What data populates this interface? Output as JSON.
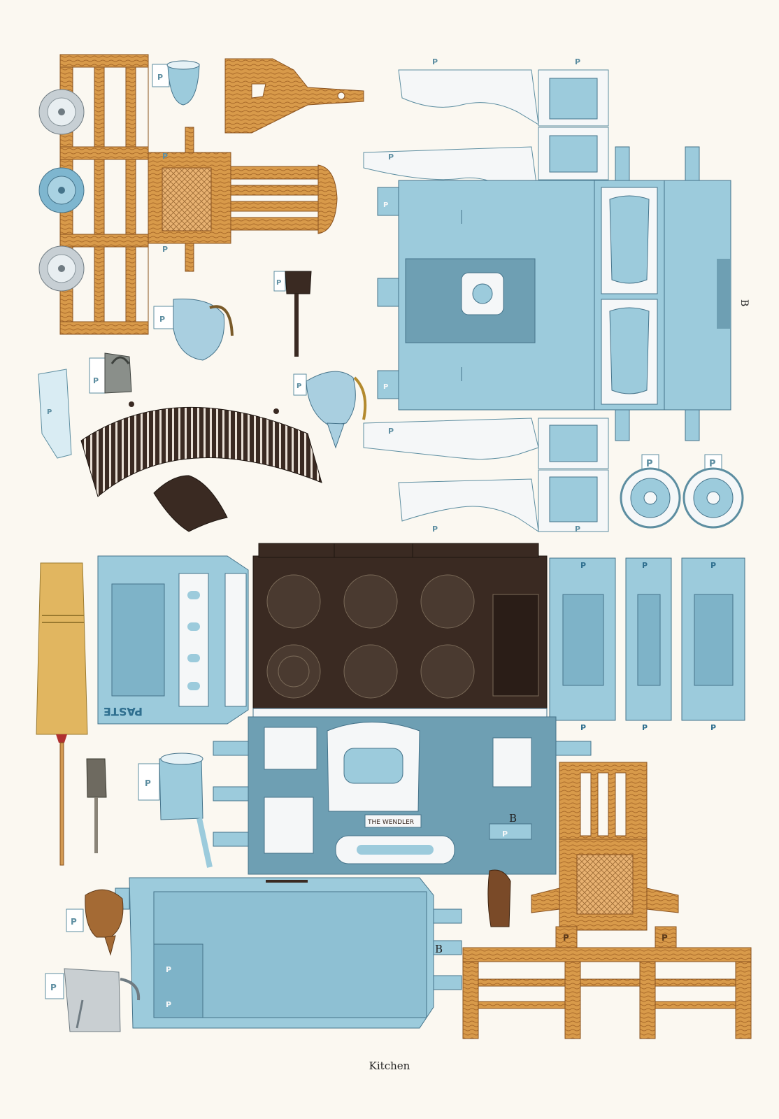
{
  "page": {
    "caption": "Kitchen",
    "tab_letter": "P",
    "placement_letter": "B",
    "paste_label": "PASTE",
    "stove_nameplate": "THE WENDLER"
  },
  "colors": {
    "paper": "#fbf8f1",
    "wood": "#d89a4a",
    "wood_dark": "#8a5320",
    "blue": "#9ccbdc",
    "blue_light": "#c9e3ec",
    "blue_dark": "#5d8ea1",
    "iron": "#3a2a22",
    "white_part": "#f5f7f8"
  },
  "icons": [
    "pot-lid-icon",
    "bowl-icon",
    "skillet-icon",
    "kettle-icon",
    "flat-iron-icon",
    "broom-icon",
    "dustpan-icon",
    "saucepan-icon",
    "teapot-icon",
    "coffee-pot-icon",
    "scrub-brush-icon",
    "stovepipe-icon",
    "stove-wheel-icon"
  ]
}
